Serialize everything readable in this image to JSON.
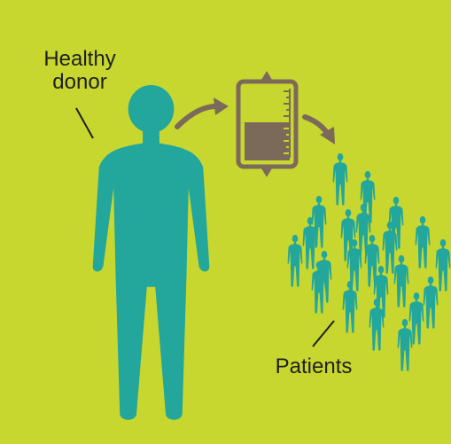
{
  "labels": {
    "donor_line1": "Healthy",
    "donor_line2": "donor",
    "patients": "Patients"
  },
  "colors": {
    "background": "#c7d72f",
    "person": "#23a69c",
    "bag": "#7b6a5a",
    "bag_fill": "#7b6a5a",
    "text": "#1f1f1f"
  },
  "icons": {
    "donor": "person-icon",
    "bag": "blood-bag-icon",
    "patient": "person-icon",
    "arrow": "curved-arrow-icon"
  },
  "patients_count": 22
}
